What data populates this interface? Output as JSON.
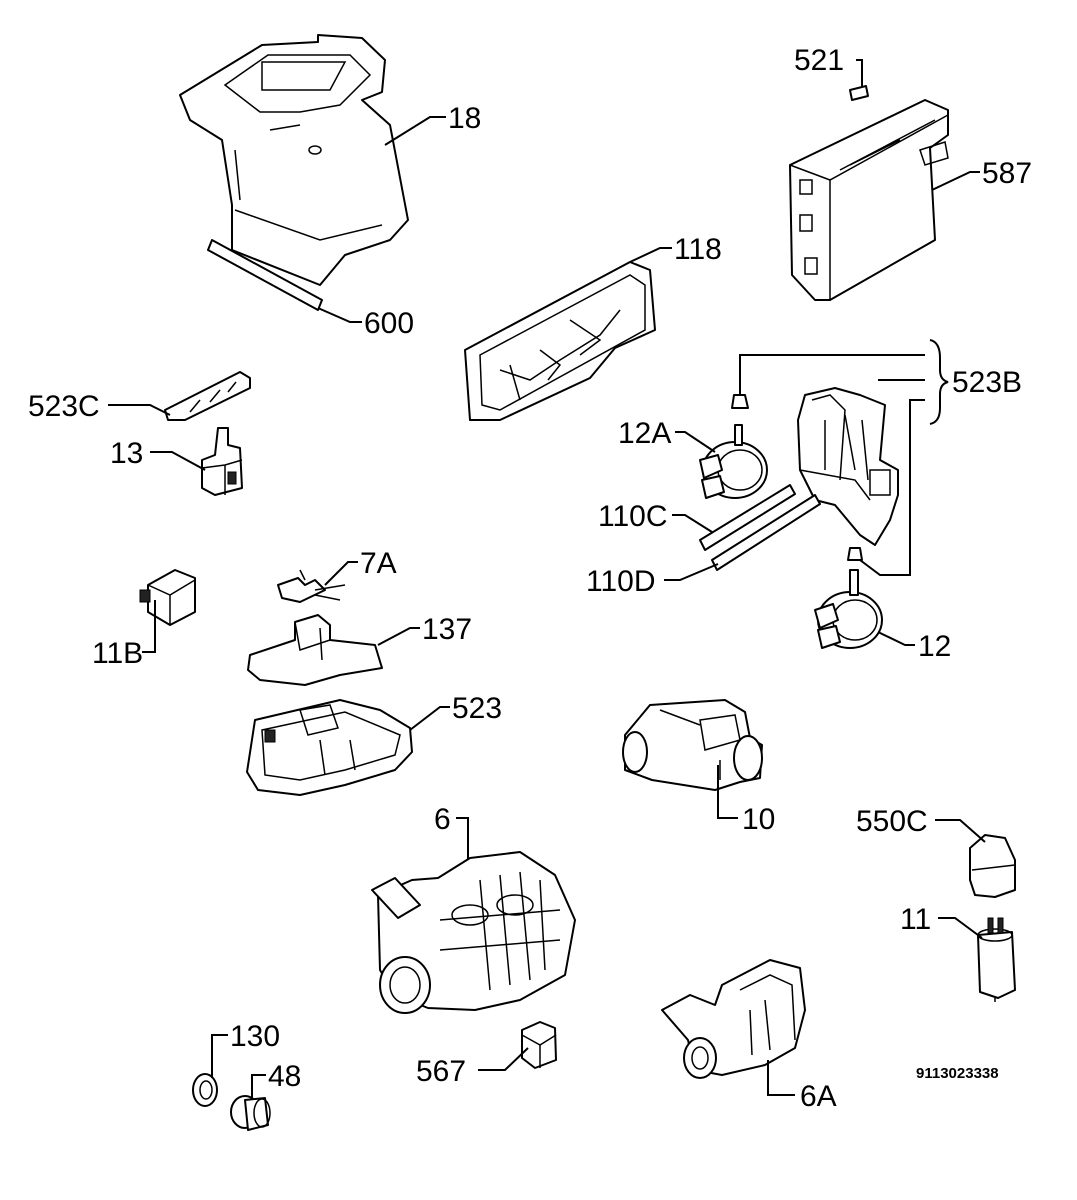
{
  "diagram": {
    "code": "9113023338",
    "labels": {
      "p18": "18",
      "p600": "600",
      "p521": "521",
      "p587": "587",
      "p118": "118",
      "p523B": "523B",
      "p523C": "523C",
      "p13": "13",
      "p12A": "12A",
      "p110C": "110C",
      "p110D": "110D",
      "p7A": "7A",
      "p11B": "11B",
      "p137": "137",
      "p12": "12",
      "p523": "523",
      "p10": "10",
      "p6": "6",
      "p550C": "550C",
      "p11": "11",
      "p130": "130",
      "p48": "48",
      "p567": "567",
      "p6A": "6A"
    }
  }
}
